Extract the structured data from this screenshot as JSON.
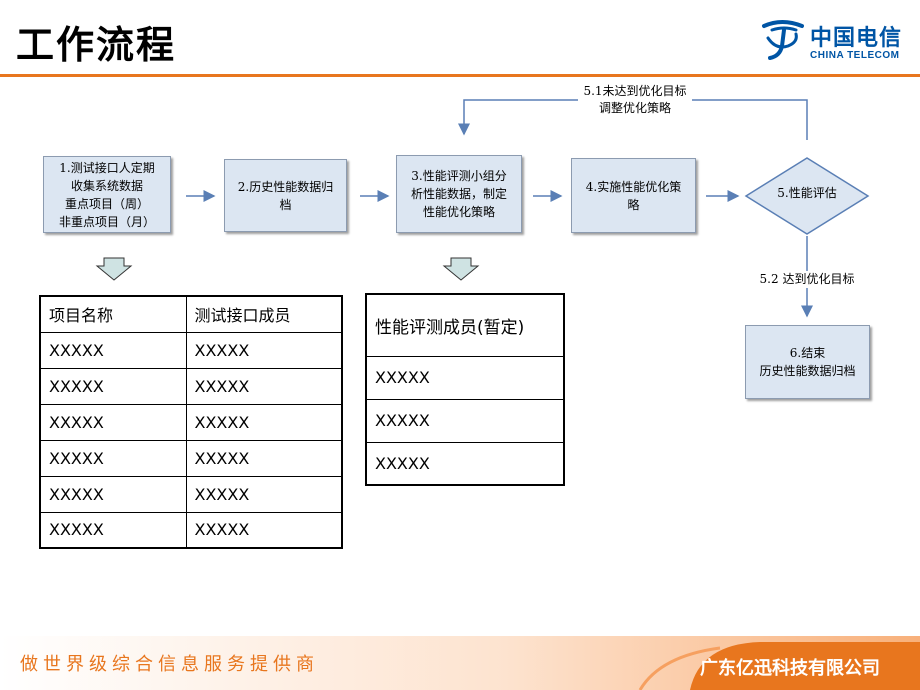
{
  "page": {
    "title": "工作流程"
  },
  "logo": {
    "cn": "中国电信",
    "en": "CHINA TELECOM"
  },
  "flow": {
    "step1": "1.测试接口人定期\n收集系统数据\n重点项目（周）\n非重点项目（月）",
    "step2": "2.历史性能数据归\n档",
    "step3": "3.性能评测小组分\n析性能数据，制定\n性能优化策略",
    "step4": "4.实施性能优化策\n略",
    "step5": "5.性能评估",
    "step6": "6.结束\n历史性能数据归档",
    "loop_label": "5.1未达到优化目标\n调整优化策略",
    "done_label": "5.2 达到优化目标"
  },
  "colors": {
    "accent": "#e8761e",
    "box_fill": "#dce6f2",
    "arrow": "#5a7fb5",
    "brand": "#0055a5"
  },
  "table_members": {
    "headers": [
      "项目名称",
      "测试接口成员"
    ],
    "rows": [
      [
        "XXXXX",
        "XXXXX"
      ],
      [
        "XXXXX",
        "XXXXX"
      ],
      [
        "XXXXX",
        "XXXXX"
      ],
      [
        "XXXXX",
        "XXXXX"
      ],
      [
        "XXXXX",
        "XXXXX"
      ],
      [
        "XXXXX",
        "XXXXX"
      ]
    ]
  },
  "table_eval": {
    "header": "性能评测成员(暂定)",
    "rows": [
      "XXXXX",
      "XXXXX",
      "XXXXX"
    ]
  },
  "footer": {
    "slogan": "做世界级综合信息服务提供商",
    "company": "广东亿迅科技有限公司"
  }
}
